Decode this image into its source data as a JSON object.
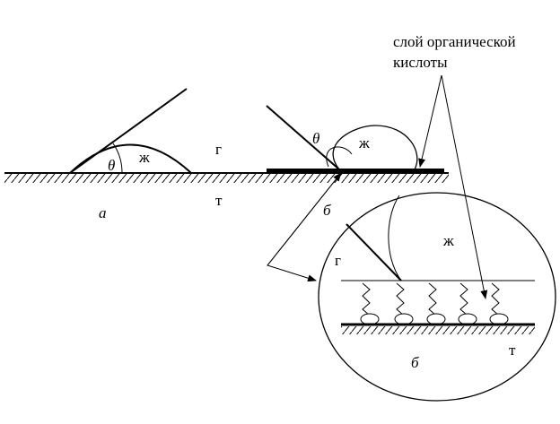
{
  "labels": {
    "callout_line1": "слой органической",
    "callout_line2": "кислоты",
    "a_theta": "θ",
    "a_liquid": "ж",
    "a_gas": "г",
    "a_solid": "т",
    "a_caption": "а",
    "b_theta": "θ",
    "b_liquid": "ж",
    "b_caption": "б",
    "zoom_liquid": "ж",
    "zoom_gas": "г",
    "zoom_solid": "т",
    "zoom_caption": "б"
  },
  "colors": {
    "line": "#000000",
    "background": "#ffffff"
  }
}
